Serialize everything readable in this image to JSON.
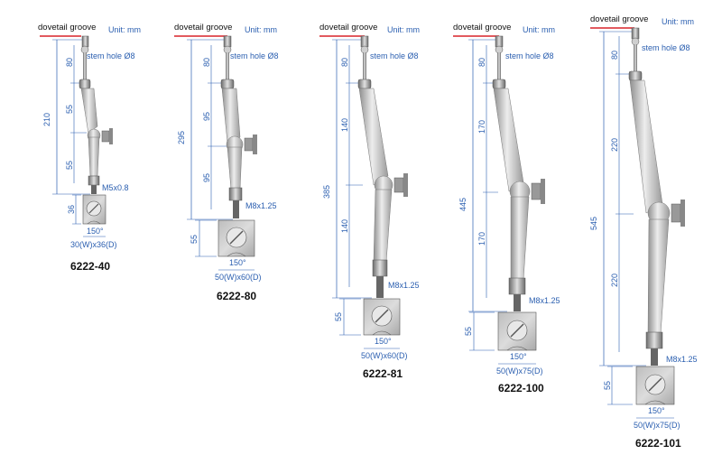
{
  "colors": {
    "dimension": "#2b5fb0",
    "groove_marker": "#d8232a",
    "arm_light": "#e4e4e4",
    "arm_dark": "#8f8f8f",
    "base": "#c9c9c9"
  },
  "common": {
    "dovetail": "dovetail groove",
    "unit": "Unit: mm",
    "stem": "stem hole Ø8",
    "angle": "150°"
  },
  "models": [
    {
      "model": "6222-40",
      "overall": "210",
      "upper_arm": "80",
      "segments": [
        "55",
        "55"
      ],
      "base_h": "36",
      "thread": "M5x0.8",
      "base_size": "30(W)x36(D)"
    },
    {
      "model": "6222-80",
      "overall": "295",
      "upper_arm": "80",
      "segments": [
        "95",
        "95"
      ],
      "base_h": "55",
      "thread": "M8x1.25",
      "base_size": "50(W)x60(D)"
    },
    {
      "model": "6222-81",
      "overall": "385",
      "upper_arm": "80",
      "segments": [
        "140",
        "140"
      ],
      "base_h": "55",
      "thread": "M8x1.25",
      "base_size": "50(W)x60(D)"
    },
    {
      "model": "6222-100",
      "overall": "445",
      "upper_arm": "80",
      "segments": [
        "170",
        "170"
      ],
      "base_h": "55",
      "thread": "M8x1.25",
      "base_size": "50(W)x75(D)"
    },
    {
      "model": "6222-101",
      "overall": "545",
      "upper_arm": "80",
      "segments": [
        "220",
        "220"
      ],
      "base_h": "55",
      "thread": "M8x1.25",
      "base_size": "50(W)x75(D)"
    }
  ]
}
